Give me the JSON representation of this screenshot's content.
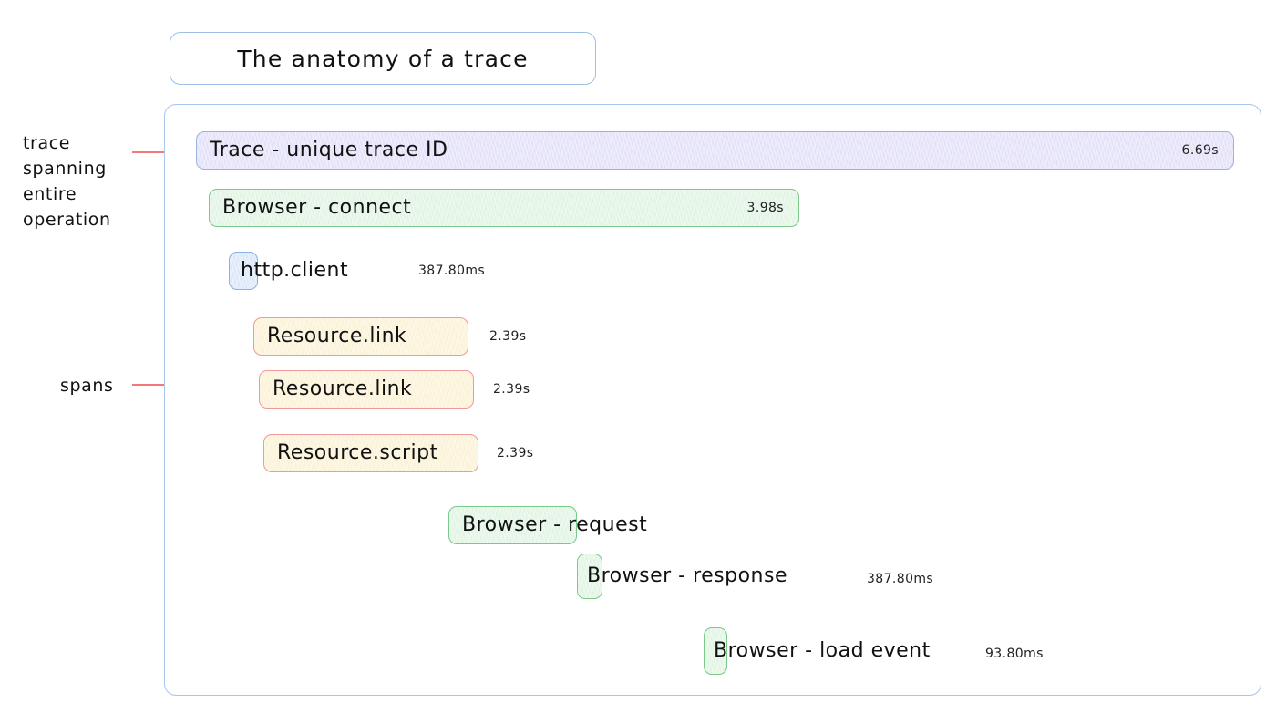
{
  "title": {
    "text": "The anatomy of a trace"
  },
  "annotations": [
    {
      "id": "trace-note",
      "lines": [
        "trace",
        "spanning",
        "entire",
        "operation"
      ],
      "full_text": "trace spanning entire operation"
    },
    {
      "id": "spans-note",
      "lines": [
        "spans"
      ],
      "full_text": "spans"
    }
  ],
  "colors": {
    "container_border": "#a8c6e9",
    "title_border": "#9cc0e8",
    "trace_fill": "#e3e1f8",
    "trace_border": "#97b5e0",
    "green_fill": "#e1f4e3",
    "green_border": "#7cc98c",
    "blue_fill": "#dbe7f8",
    "blue_border": "#86b2e4",
    "yellow_fill": "#fbf2d6",
    "yellow_border": "#ef9a9a",
    "annotation_line": "#f2767a",
    "text": "#111111"
  },
  "spans": [
    {
      "name": "Trace - unique trace ID",
      "duration": "6.69s",
      "duration_placement": "inside",
      "kind": "trace"
    },
    {
      "name": "Browser - connect",
      "duration": "3.98s",
      "duration_placement": "inside",
      "kind": "green"
    },
    {
      "name": "http.client",
      "duration": "387.80ms",
      "duration_placement": "outside",
      "kind": "blue"
    },
    {
      "name": "Resource.link",
      "duration": "2.39s",
      "duration_placement": "outside",
      "kind": "yellow"
    },
    {
      "name": "Resource.link",
      "duration": "2.39s",
      "duration_placement": "outside",
      "kind": "yellow"
    },
    {
      "name": "Resource.script",
      "duration": "2.39s",
      "duration_placement": "outside",
      "kind": "yellow"
    },
    {
      "name": "Browser - request",
      "duration": "",
      "duration_placement": "none",
      "kind": "green"
    },
    {
      "name": "Browser - response",
      "duration": "387.80ms",
      "duration_placement": "outside",
      "kind": "green"
    },
    {
      "name": "Browser - load event",
      "duration": "93.80ms",
      "duration_placement": "outside",
      "kind": "green"
    }
  ]
}
